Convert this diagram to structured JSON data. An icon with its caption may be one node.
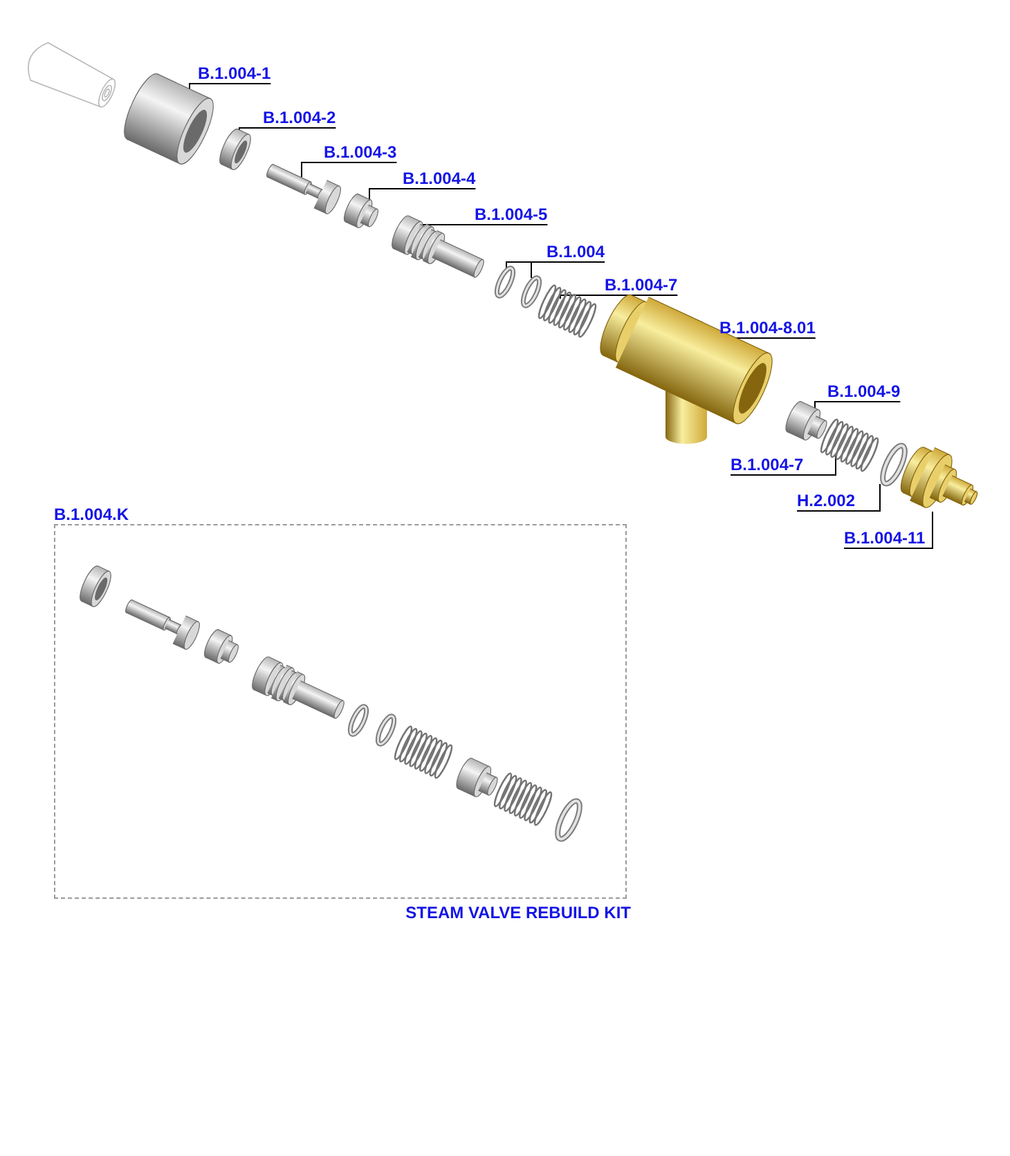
{
  "diagram": {
    "nodes": [
      {
        "text": [
          "B.1.004-1"
        ]
      },
      {
        "text": [],
        "shape": "picture"
      },
      {
        "text": [
          "B.1.004-2"
        ]
      },
      {
        "text": [],
        "shape": "picture"
      },
      {
        "text": [
          "B.1.004-3"
        ]
      },
      {
        "text": [],
        "shape": "picture"
      },
      {
        "text": [
          "B.1.004-4"
        ]
      },
      {
        "text": [],
        "shape": "picture"
      },
      {
        "text": [
          "B.1.004-5"
        ]
      },
      {
        "text": [],
        "shape": "picture"
      },
      {
        "text": [
          "B.1.004"
        ]
      },
      {
        "text": [],
        "shape": "circle"
      },
      {
        "text": [],
        "shape": "circle"
      },
      {
        "text": [
          "B.1.004-7"
        ]
      },
      {
        "text": [],
        "shape": "picture"
      },
      {
        "text": [
          "B.1.004-8.01"
        ]
      },
      {
        "text": [],
        "shape": "picture"
      },
      {
        "text": [
          "B.1.004-9"
        ]
      },
      {
        "text": [],
        "shape": "picture"
      },
      {
        "text": [
          "B.1.004-7"
        ]
      },
      {
        "text": [],
        "shape": "picture"
      },
      {
        "text": [
          "H.2.002"
        ]
      },
      {
        "text": [],
        "shape": "circle"
      },
      {
        "text": [
          "B.1.004-11"
        ]
      },
      {
        "text": [],
        "shape": "picture"
      },
      {
        "text": [
          "B.1.004.K",
          "STEAM VALVE REBUILD KIT"
        ]
      }
    ],
    "edges": [
      {
        "from": 0,
        "to": 1,
        "arrow": "none"
      },
      {
        "from": 2,
        "to": 3,
        "arrow": "none"
      },
      {
        "from": 4,
        "to": 5,
        "arrow": "none"
      },
      {
        "from": 6,
        "to": 7,
        "arrow": "none"
      },
      {
        "from": 8,
        "to": 9,
        "arrow": "none"
      },
      {
        "from": 10,
        "to": 11,
        "arrow": "none"
      },
      {
        "from": 10,
        "to": 12,
        "arrow": "none"
      },
      {
        "from": 13,
        "to": 14,
        "arrow": "none"
      },
      {
        "from": 15,
        "to": 16,
        "arrow": "none"
      },
      {
        "from": 17,
        "to": 18,
        "arrow": "none"
      },
      {
        "from": 19,
        "to": 20,
        "arrow": "none"
      },
      {
        "from": 21,
        "to": 22,
        "arrow": "none"
      },
      {
        "from": 23,
        "to": 24,
        "arrow": "none"
      }
    ]
  }
}
